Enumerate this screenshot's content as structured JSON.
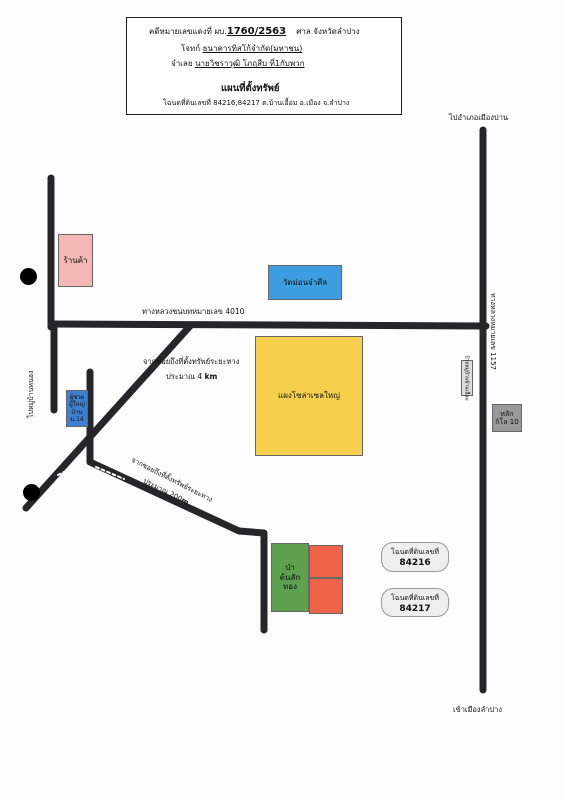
{
  "header": {
    "line1_prefix": "คดีหมายเลขแดงที่ ผบ.",
    "case_number": "1760/2563",
    "court": "ศาล จังหวัดลำปาง",
    "plaintiff_label": "โจทก์",
    "plaintiff": "ธนาคารทิสโก้จำกัด(มหาชน)",
    "defendant_label": "จำเลย",
    "defendant": "นายวิชราวุฒิ โภฤสีบ ที่1กับพวก",
    "title": "แผนที่ตั้งทรัพย์",
    "deeds_line": "โฉนดที่ดินเลขที่ 84216,84217 ต.บ้านเอื้อม อ.เมือง จ.ลำปาง"
  },
  "map": {
    "top_right_dest": "ไปอำเภอเมืองปาน",
    "bottom_right_dest": "เข้าเมืองลำปาง",
    "highway_4010": "ทางหลวงชนบทหมายเลข 4010",
    "highway_1157": "ทางหลวงหมายเลข 1157",
    "left_vertical_road": "ไปหมู่บ้านหนอง",
    "junction_distance_line1": "จากซอยถึงที่ตั้งทรัพย์ระยะทาง",
    "junction_distance_line2": "ประมาณ 4",
    "junction_distance_unit": "km",
    "lower_distance_line1": "จากซอยถึงที่ตั้งทรัพย์ระยะทาง",
    "lower_distance_line2": "ประมาณ 200",
    "lower_distance_unit": "m",
    "shop": "ร้านค้า",
    "temple": "วัดม่อนจำศีล",
    "big_pond": "แผงโซล่าเซลใหญ่",
    "village_head_line1": "ผู้ช่วย",
    "village_head_line2": "ผู้ใหญ่บ้าน",
    "village_head_line3": "ม.14",
    "small_vertical_sign": "ป้ายหมู่บ้านบ้านเอื้อม",
    "km_marker_line1": "หลัก",
    "km_marker_line2": "กิโล 10",
    "forest_line1": "ป่า",
    "forest_line2": "ต้นสัก",
    "forest_line3": "ทอง",
    "deed1_label": "โฉนดที่ดินเลขที่",
    "deed1_number": "84216",
    "deed2_label": "โฉนดที่ดินเลขที่",
    "deed2_number": "84217"
  },
  "colors": {
    "road": "#26262a",
    "shop": "#f3b7b4",
    "temple": "#3c9ee0",
    "pond": "#f6cf4d",
    "village_head": "#3e7fd1",
    "forest": "#5ea24f",
    "property": "#ee6449",
    "km_marker": "#999999"
  }
}
